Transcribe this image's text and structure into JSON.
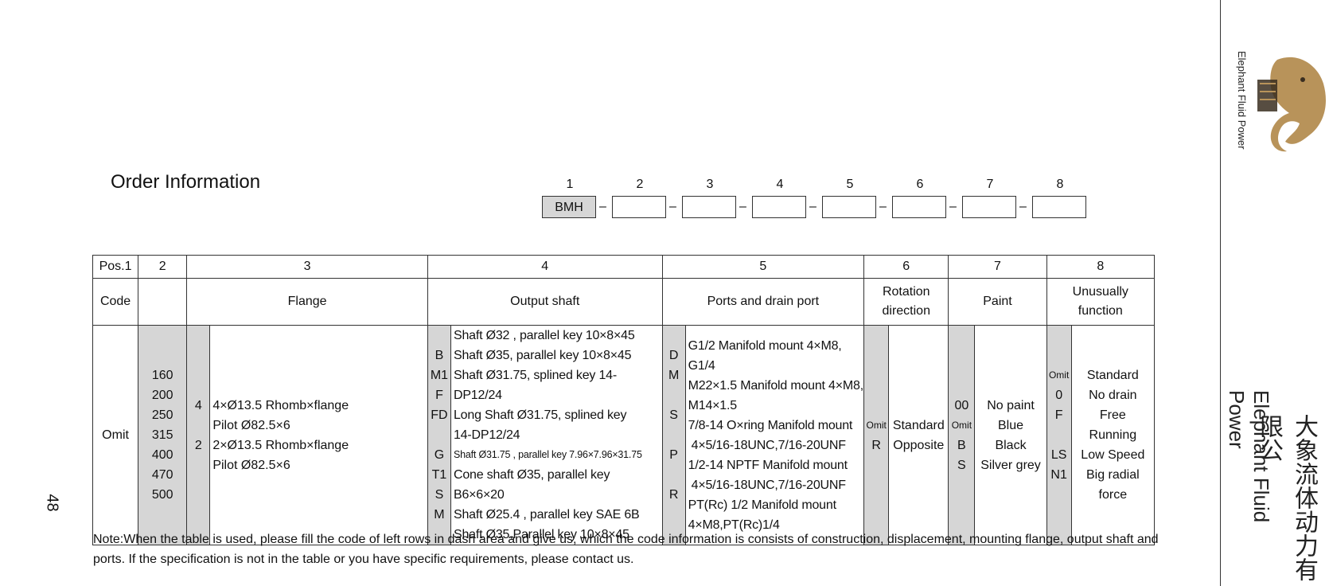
{
  "page_number": "48",
  "title": "Order Information",
  "code_positions": [
    "1",
    "2",
    "3",
    "4",
    "5",
    "6",
    "7",
    "8"
  ],
  "code_first_value": "BMH",
  "dash": "–",
  "table": {
    "header_row": [
      "Pos.1",
      "2",
      "3",
      "4",
      "5",
      "6",
      "7",
      "8"
    ],
    "label_row": {
      "code": "Code",
      "flange": "Flange",
      "output_shaft": "Output shaft",
      "ports": "Ports and drain port",
      "rotation": "Rotation direction",
      "paint": "Paint",
      "unusual": "Unusually function"
    },
    "pos1_value": "Omit",
    "displacements": [
      "160",
      "200",
      "250",
      "315",
      "400",
      "470",
      "500"
    ],
    "flange_codes": [
      "4",
      "2"
    ],
    "flange_desc": [
      "4×Ø13.5 Rhomb×flange",
      "Pilot Ø82.5×6",
      "2×Ø13.5 Rhomb×flange",
      "Pilot Ø82.5×6"
    ],
    "shaft_codes": [
      "B",
      "M1",
      "F",
      "FD",
      "",
      "G",
      "T1",
      "S",
      "M"
    ],
    "shaft_desc": [
      "Shaft Ø32 ,  parallel key 10×8×45",
      "Shaft Ø35,  parallel key 10×8×45",
      "Shaft Ø31.75, splined key 14-DP12/24",
      "Long Shaft Ø31.75, splined key",
      "14-DP12/24",
      "Shaft Ø31.75 , parallel key 7.96×7.96×31.75",
      "Cone shaft Ø35, parallel key B6×6×20",
      "Shaft Ø25.4 ,  parallel key SAE 6B",
      "Shaft Ø35,Parallel key 10×8×45"
    ],
    "port_codes": [
      "D",
      "M",
      "",
      "S",
      "",
      "P",
      "",
      "R",
      ""
    ],
    "port_desc": [
      "G1/2 Manifold mount 4×M8, G1/4",
      "M22×1.5 Manifold mount 4×M8,",
      "M14×1.5",
      "7/8-14 O×ring Manifold mount",
      "4×5/16-18UNC,7/16-20UNF",
      "1/2-14 NPTF Manifold mount",
      "4×5/16-18UNC,7/16-20UNF",
      "PT(Rc) 1/2 Manifold mount",
      "4×M8,PT(Rc)1/4"
    ],
    "rotation_codes": [
      "Omit",
      "R"
    ],
    "rotation_desc": [
      "Standard",
      "Opposite"
    ],
    "paint_codes": [
      "00",
      "Omit",
      "B",
      "S"
    ],
    "paint_desc": [
      "No paint",
      "Blue",
      "Black",
      "Silver grey"
    ],
    "unusual_codes": [
      "Omit",
      "0",
      "F",
      "",
      "LS",
      "N1",
      ""
    ],
    "unusual_desc": [
      "Standard",
      "No drain",
      "Free",
      "Running",
      "Low Speed",
      "Big radial",
      "force"
    ]
  },
  "note": "Note:When the table is used, please fill the code of left rows in dash area and give us, which the code information is consists of construction, displacement, mounting flange, output shaft and ports. If the specification is not in the table or you have specific requirements, please contact us.",
  "brand": {
    "small": "Elephant Fluid Power",
    "cn": "大象流体动力有限公",
    "en": "Elephant Fluid Power",
    "logo_color": "#b8935a"
  }
}
